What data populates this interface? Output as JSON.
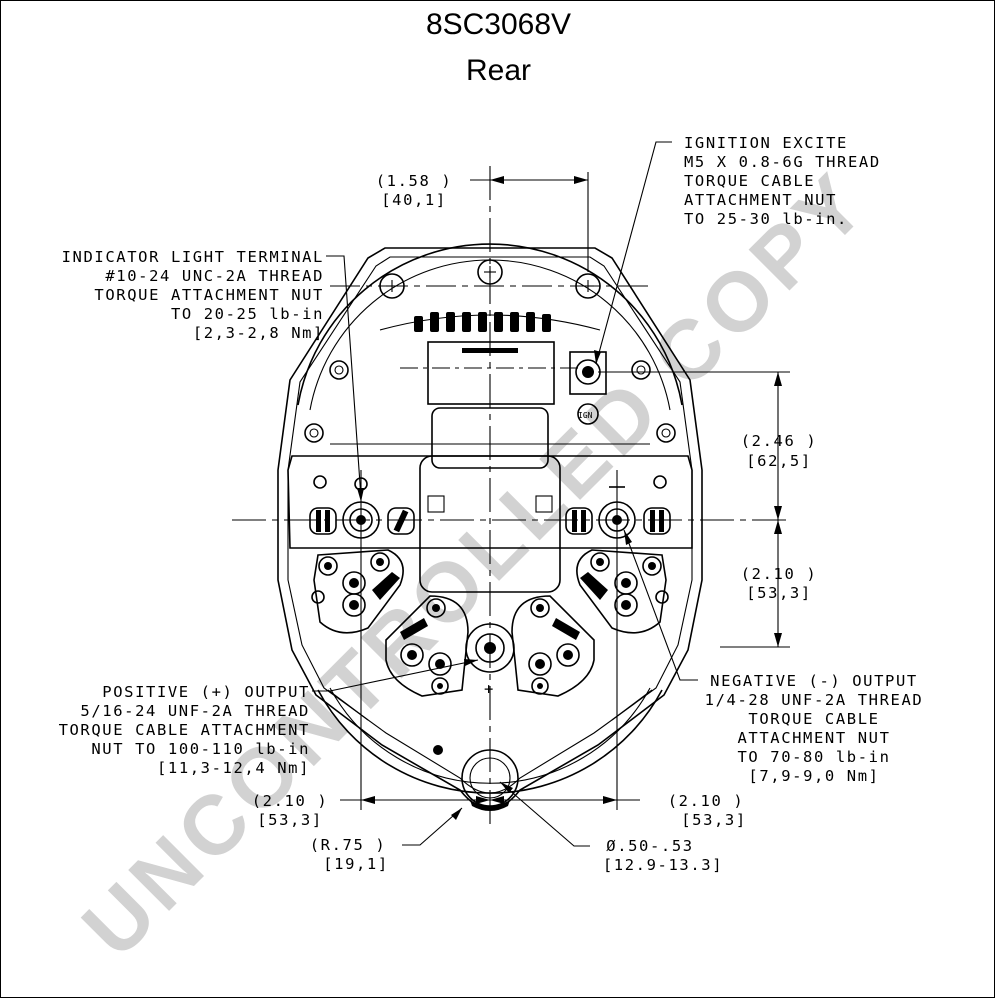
{
  "title": "8SC3068V",
  "subtitle": "Rear",
  "watermark": "UNCONTROLLED COPY",
  "callouts": {
    "ignition": [
      "IGNITION EXCITE",
      "M5 X 0.8-6G THREAD",
      "TORQUE CABLE",
      "ATTACHMENT NUT",
      "TO 25-30 lb-in."
    ],
    "indicator": [
      "INDICATOR LIGHT TERMINAL",
      "#10-24 UNC-2A THREAD",
      "TORQUE ATTACHMENT NUT",
      "TO 20-25 lb-in",
      "[2,3-2,8 Nm]"
    ],
    "positive": [
      "POSITIVE (+) OUTPUT",
      "5/16-24 UNF-2A THREAD",
      "TORQUE CABLE ATTACHMENT",
      "NUT TO 100-110 lb-in",
      "[11,3-12,4 Nm]"
    ],
    "negative": [
      "NEGATIVE (-) OUTPUT",
      "1/4-28 UNF-2A THREAD",
      "TORQUE CABLE",
      "ATTACHMENT NUT",
      "TO 70-80 lb-in",
      "[7,9-9,0 Nm]"
    ]
  },
  "dimensions": {
    "top": [
      "(1.58   )",
      "[40,1]"
    ],
    "right_upper": [
      "(2.46   )",
      "[62,5]"
    ],
    "right_lower": [
      "(2.10   )",
      "[53,3]"
    ],
    "bottom_left": [
      "(2.10   )",
      "[53,3]"
    ],
    "bottom_right": [
      "(2.10   )",
      "[53,3]"
    ],
    "radius": [
      "(R.75    )",
      "[19,1]"
    ],
    "diameter": [
      "Ø.50-.53",
      "[12.9-13.3]"
    ]
  },
  "terminal_marks": {
    "positive": "+",
    "negative": "−",
    "ignition": "IGN"
  }
}
